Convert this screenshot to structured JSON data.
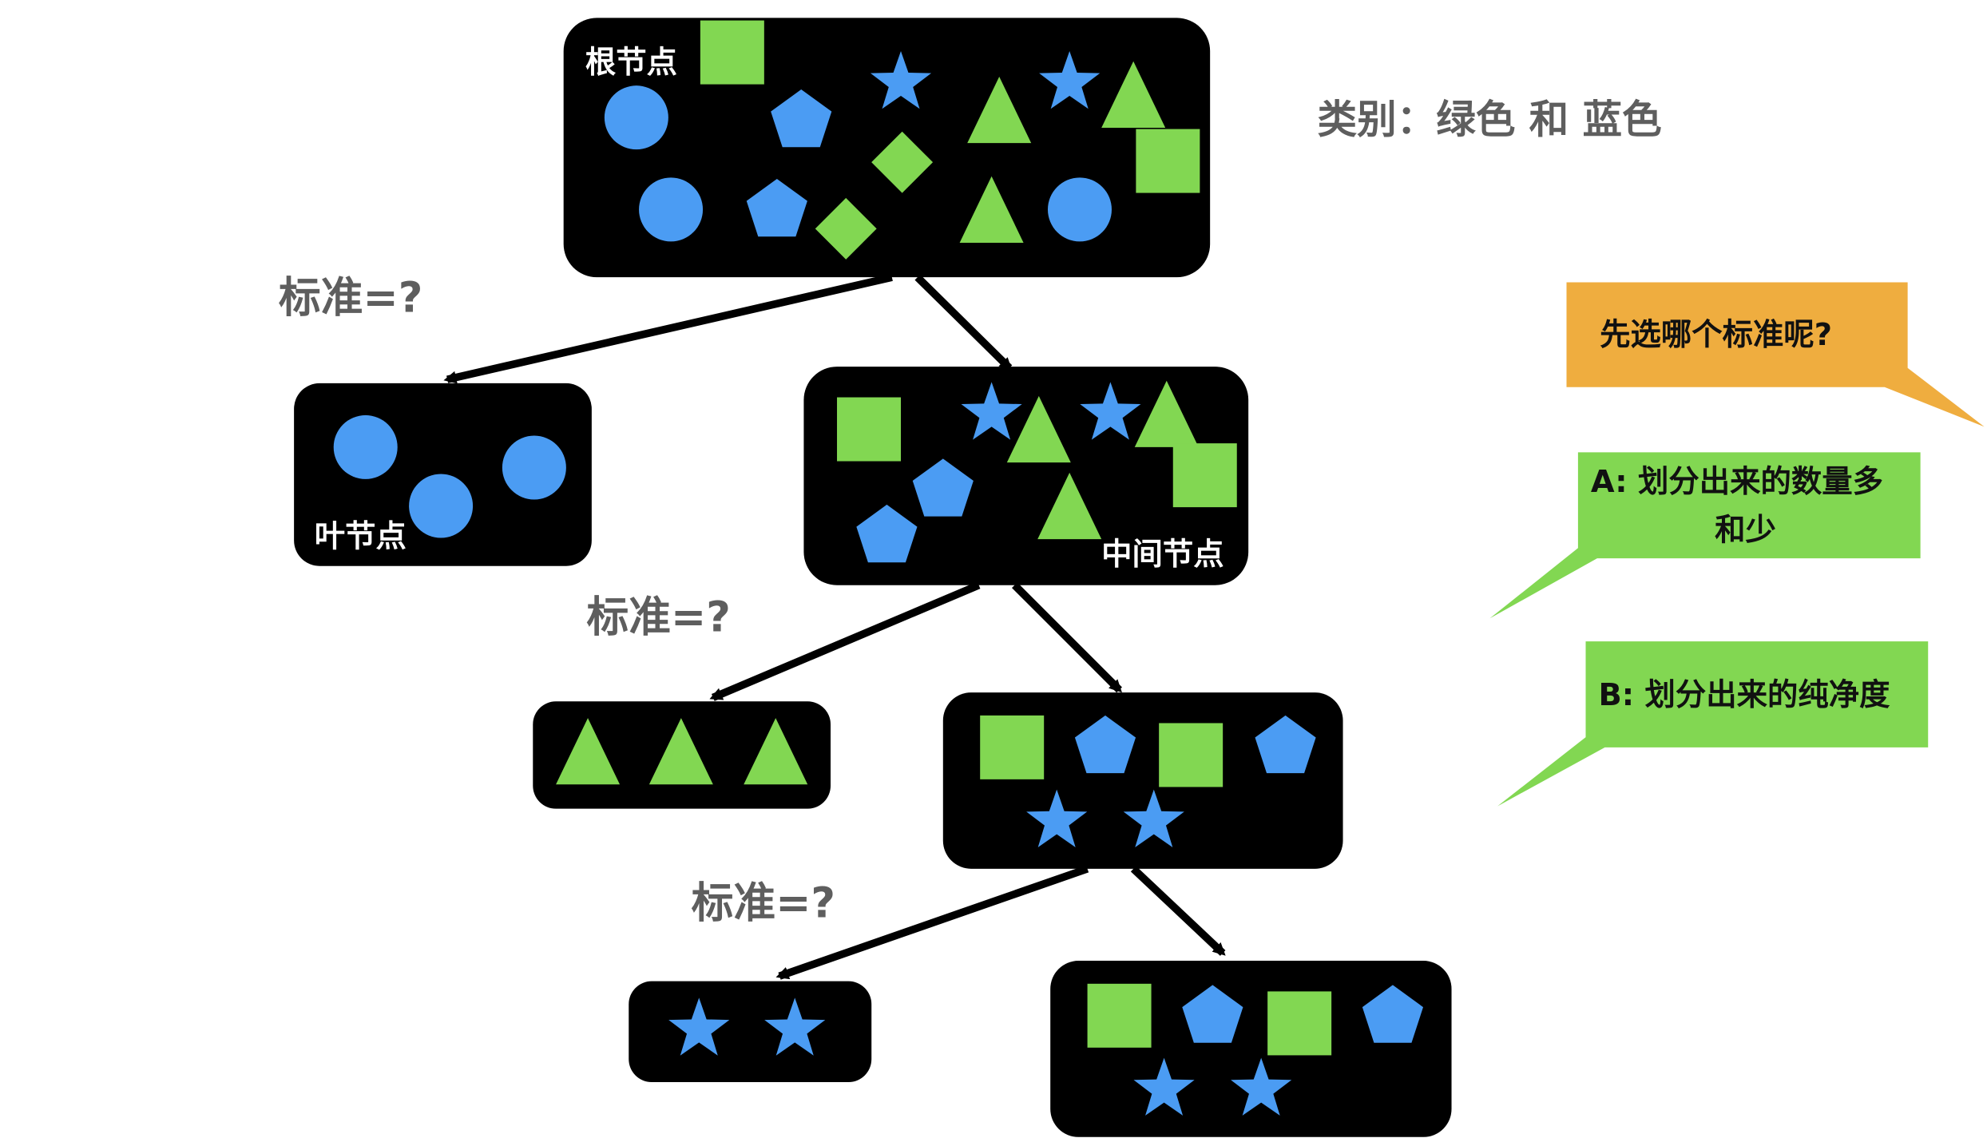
{
  "colors": {
    "node_bg": "#000000",
    "green": "#82d752",
    "blue": "#4b9cf3",
    "orange": "#efad3f",
    "bubble_green": "#82d752",
    "label_gray": "#5e5e5e"
  },
  "labels": {
    "root": "根节点",
    "leaf": "叶节点",
    "middle": "中间节点",
    "category": "类别：绿色 和 蓝色",
    "criterion_1": "标准=?",
    "criterion_2": "标准=?",
    "criterion_3": "标准=?"
  },
  "bubbles": {
    "question": "先选哪个标准呢?",
    "option_a_line1": "A: 划分出来的数量多",
    "option_a_line2": "和少",
    "option_b": "B: 划分出来的纯净度"
  },
  "nodes": {
    "root": [
      "blue-circle",
      "blue-circle",
      "blue-pentagon",
      "blue-pentagon",
      "blue-star",
      "blue-star",
      "blue-circle",
      "green-square",
      "green-square",
      "green-diamond",
      "green-diamond",
      "green-triangle",
      "green-triangle",
      "green-triangle"
    ],
    "leaf": [
      "blue-circle",
      "blue-circle",
      "blue-circle"
    ],
    "middle": [
      "green-square",
      "green-square",
      "blue-star",
      "blue-star",
      "green-triangle",
      "green-triangle",
      "green-triangle",
      "blue-pentagon",
      "blue-pentagon"
    ],
    "level2_left": [
      "green-triangle",
      "green-triangle",
      "green-triangle"
    ],
    "level2_right": [
      "green-square",
      "green-square",
      "blue-pentagon",
      "blue-pentagon",
      "blue-star",
      "blue-star"
    ],
    "level3_left": [
      "blue-star",
      "blue-star"
    ],
    "level3_right": [
      "green-square",
      "green-square",
      "blue-pentagon",
      "blue-pentagon",
      "blue-star",
      "blue-star"
    ]
  }
}
